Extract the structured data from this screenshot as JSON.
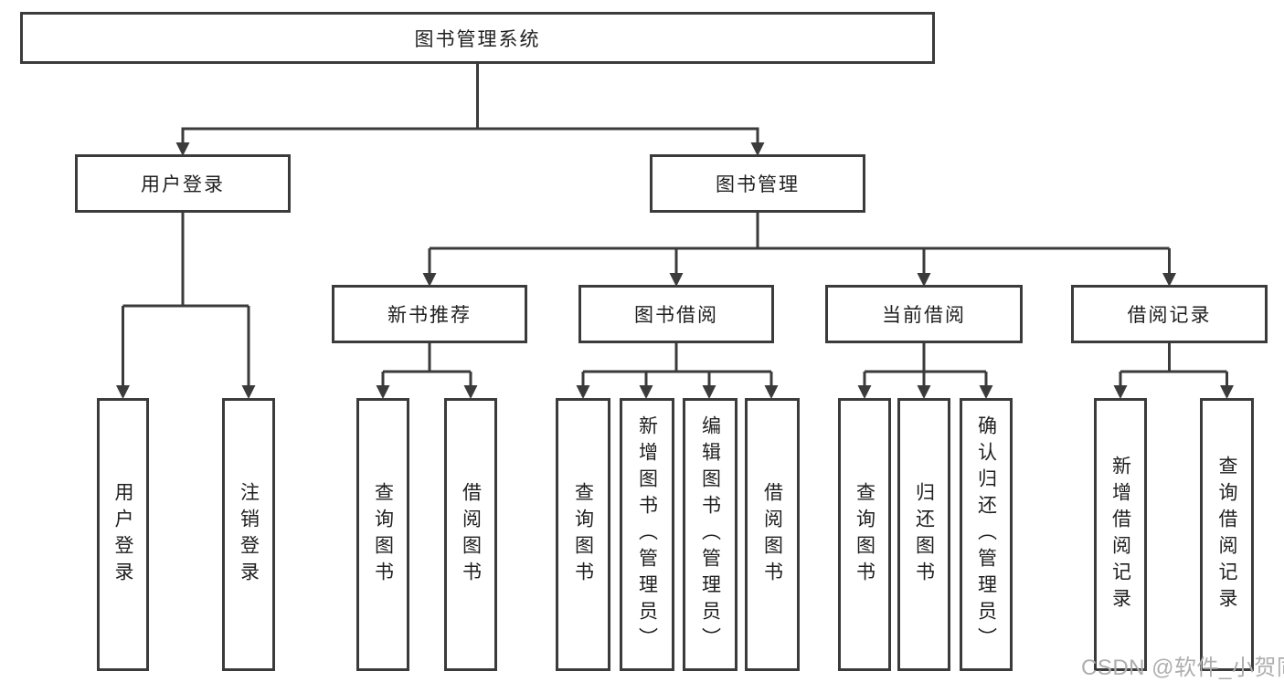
{
  "colors": {
    "line": "#3b3b3b",
    "text": "#1f1f1f",
    "watermark": "#aeaeae"
  },
  "watermark": "CSDN @软件_小贺同学",
  "nodes": {
    "root": "图书管理系统",
    "user_login": "用户登录",
    "book_management": "图书管理",
    "new_book_recommendation": "新书推荐",
    "book_borrowing": "图书借阅",
    "current_borrowing": "当前借阅",
    "borrowing_records": "借阅记录"
  },
  "leaves": {
    "user_login": "用户登录",
    "logout": "注销登录",
    "rec_query_books": "查询图书",
    "rec_borrow_books": "借阅图书",
    "bor_query_books": "查询图书",
    "bor_add_books": "新增图书（管理员）",
    "bor_edit_books": "编辑图书（管理员）",
    "bor_borrow_books": "借阅图书",
    "cur_query_books": "查询图书",
    "cur_return_books": "归还图书",
    "cur_confirm_return": "确认归还（管理员）",
    "rec_add_borrow_record": "新增借阅记录",
    "rec_query_borrow_record": "查询借阅记录"
  }
}
